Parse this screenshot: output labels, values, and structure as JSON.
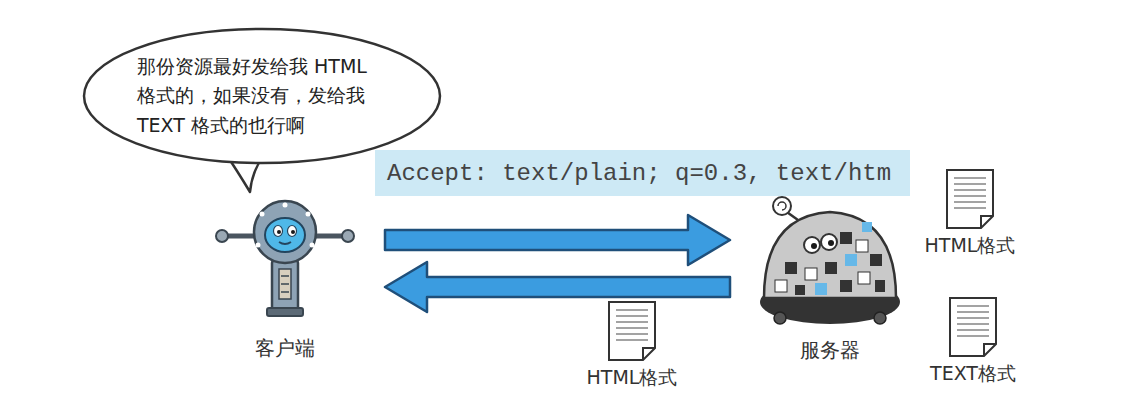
{
  "diagram": {
    "nodes": [
      {
        "text": [
          "那份资源最好发给我 HTML 格式的，如果没有，发给我 TEXT 格式的也行啊"
        ]
      },
      {
        "text": [
          "Accept: text/plain; q=0.3, text/htm"
        ]
      },
      {
        "text": [
          "客户端"
        ]
      },
      {
        "text": [
          "服务器"
        ]
      },
      {
        "text": [
          "HTML格式"
        ]
      },
      {
        "text": [
          "TEXT格式"
        ]
      },
      {
        "text": [
          "HTML格式"
        ]
      }
    ],
    "edges": [
      {
        "from": 2,
        "to": 3,
        "arrow": "to"
      },
      {
        "from": 3,
        "to": 2,
        "arrow": "to"
      }
    ]
  }
}
